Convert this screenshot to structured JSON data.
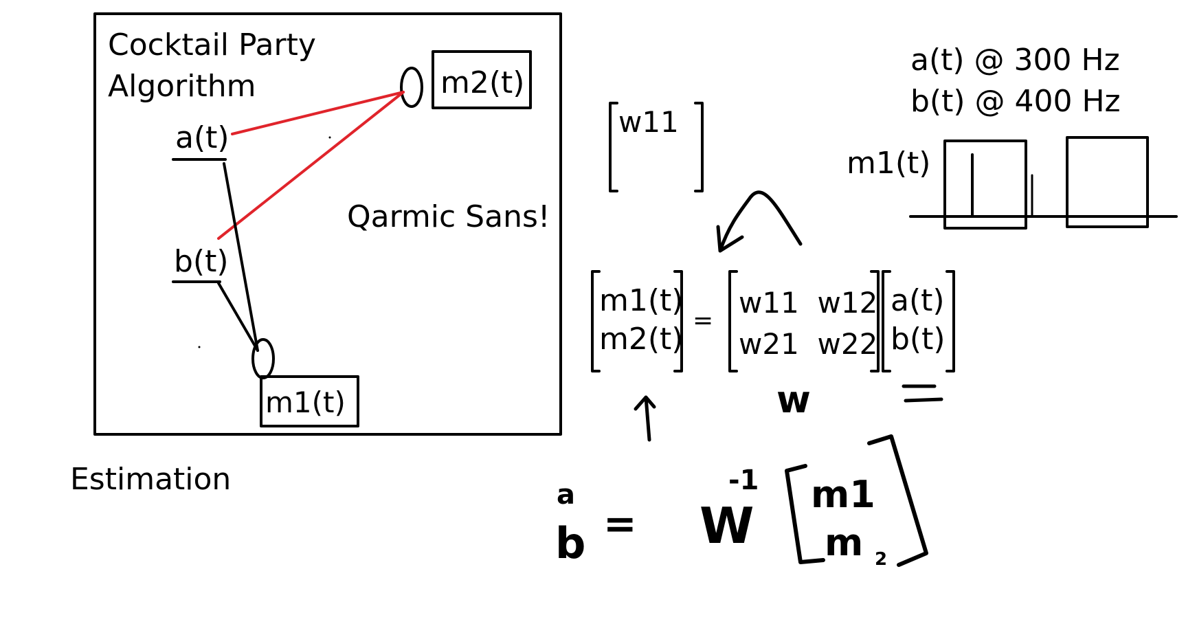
{
  "colors": {
    "ink": "#000000",
    "red": "#e0242b",
    "background": "#ffffff"
  },
  "diagram": {
    "title_line1": "Cocktail Party",
    "title_line2": "Algorithm",
    "source_a": "a(t)",
    "source_b": "b(t)",
    "mic1": "m1(t)",
    "mic2": "m2(t)",
    "note": "Qarmic Sans!"
  },
  "estimation_label": "Estimation",
  "matrix_note": {
    "w11": "w11"
  },
  "signals": {
    "a_freq": "a(t) @ 300 Hz",
    "b_freq": "b(t) @ 400 Hz",
    "m1_label": "m1(t)"
  },
  "equation": {
    "lhs_top": "m1(t)",
    "lhs_bottom": "m2(t)",
    "equals": "=",
    "w_row1": "w11  w12",
    "w_row2": "w21  w22",
    "rhs_top": "a(t)",
    "rhs_bottom": "b(t)",
    "w_label": "w"
  },
  "inverse": {
    "a": "a",
    "b": "b",
    "equals": "=",
    "w": "W",
    "exp": "-1",
    "m1": "m1",
    "m2": "m",
    "m2_sub": "2"
  }
}
